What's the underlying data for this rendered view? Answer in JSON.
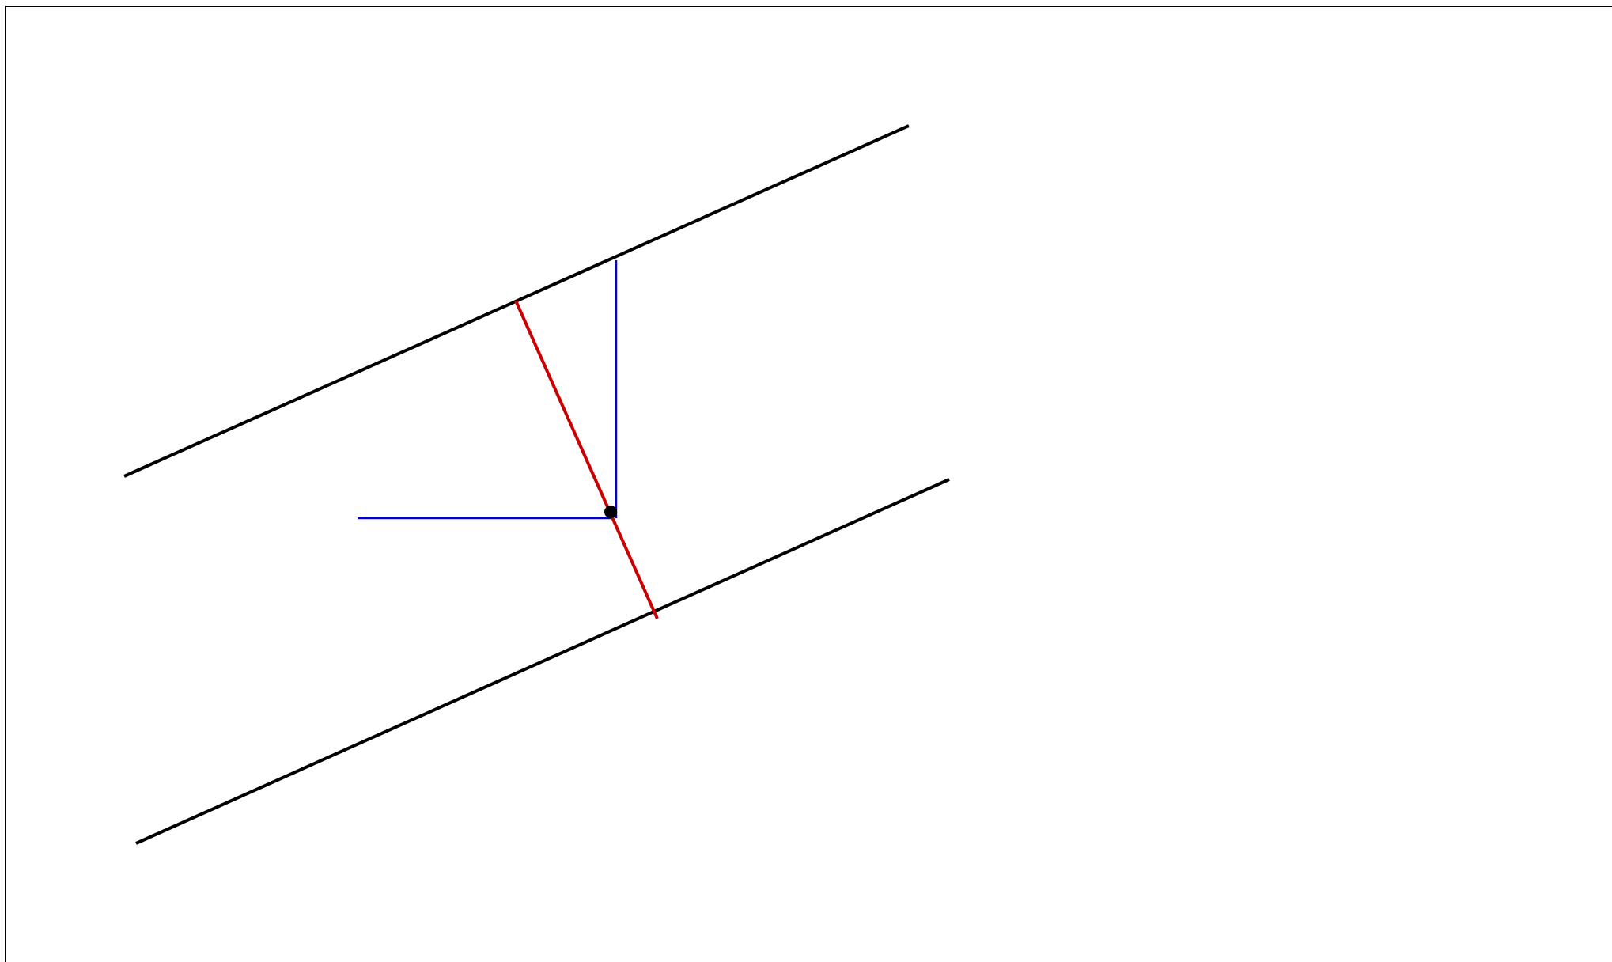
{
  "diagram": {
    "colors": {
      "background": "#ffffff",
      "border": "#000000",
      "parallel_lines": "#000000",
      "perpendicular_segment": "#cc0000",
      "axis_guides": "#0000cc",
      "point": "#000000"
    },
    "elements": [
      "upper-parallel-line",
      "lower-parallel-line",
      "perpendicular-segment",
      "horizontal-guide",
      "vertical-guide",
      "reference-point"
    ]
  }
}
